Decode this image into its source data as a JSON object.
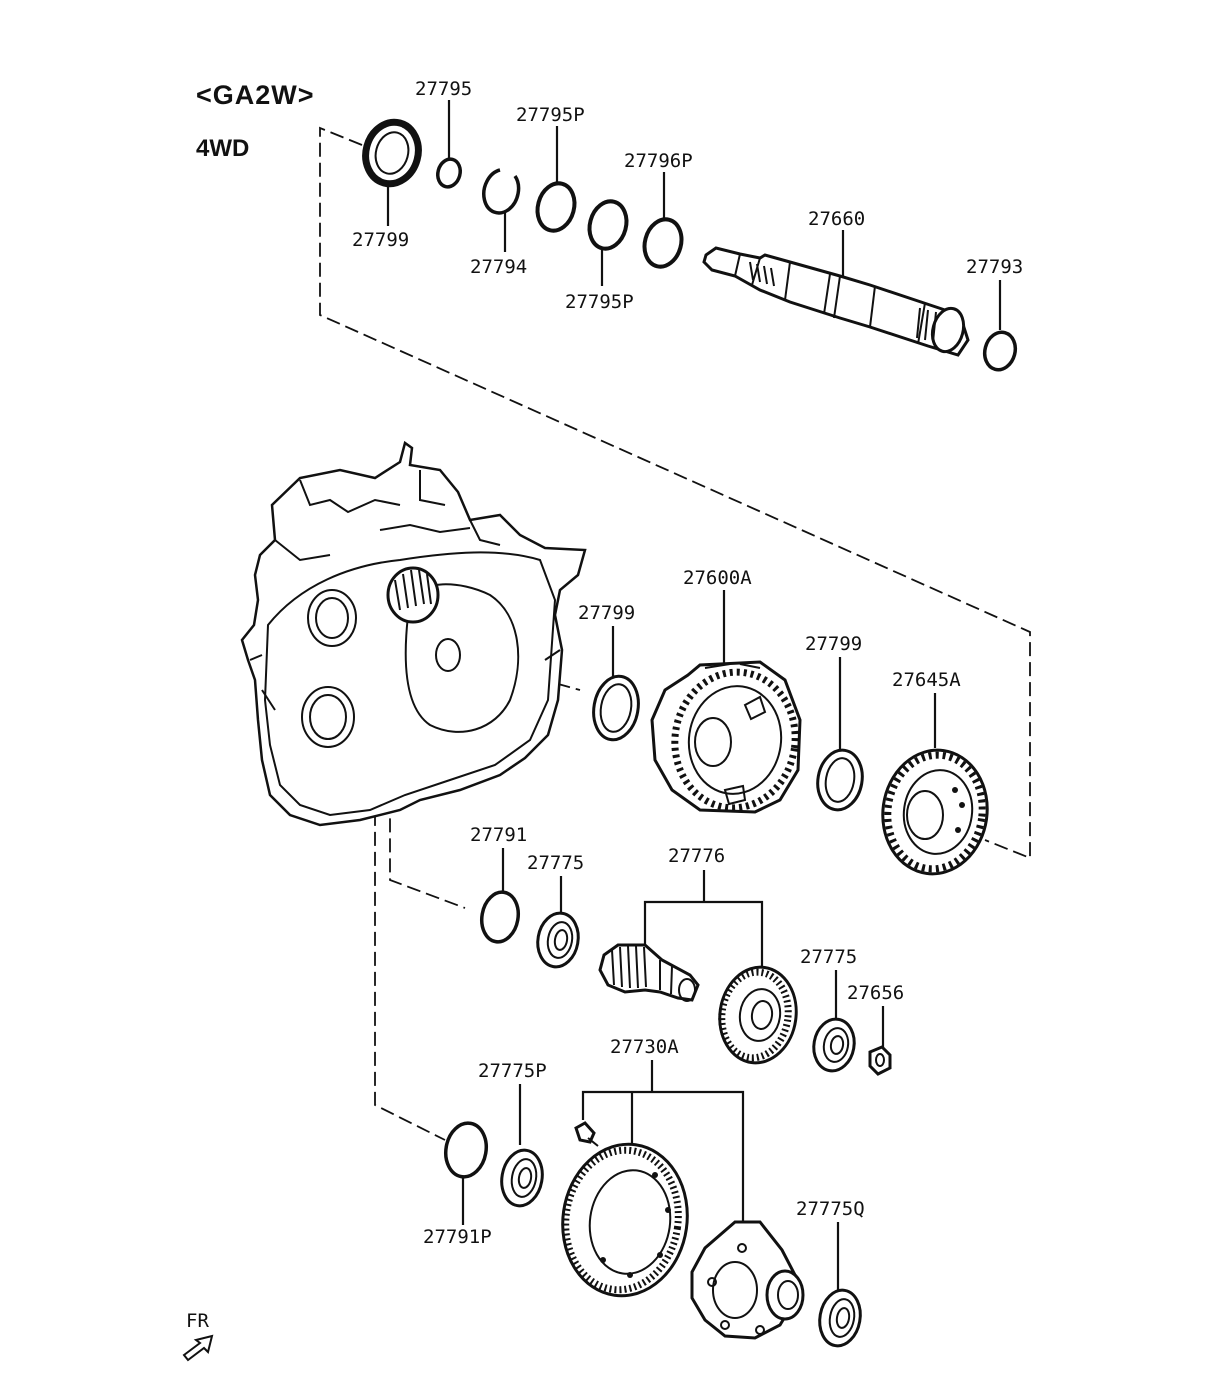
{
  "header": {
    "model": "<GA2W>",
    "drive": "4WD"
  },
  "direction_label": "FR",
  "parts": [
    {
      "id": "p1",
      "number": "27795"
    },
    {
      "id": "p2",
      "number": "27795P"
    },
    {
      "id": "p3",
      "number": "27796P"
    },
    {
      "id": "p4",
      "number": "27799"
    },
    {
      "id": "p5",
      "number": "27794"
    },
    {
      "id": "p6",
      "number": "27795P"
    },
    {
      "id": "p7",
      "number": "27660"
    },
    {
      "id": "p8",
      "number": "27793"
    },
    {
      "id": "p9",
      "number": "27600A"
    },
    {
      "id": "p10",
      "number": "27799"
    },
    {
      "id": "p11",
      "number": "27799"
    },
    {
      "id": "p12",
      "number": "27645A"
    },
    {
      "id": "p13",
      "number": "27791"
    },
    {
      "id": "p14",
      "number": "27775"
    },
    {
      "id": "p15",
      "number": "27776"
    },
    {
      "id": "p16",
      "number": "27775"
    },
    {
      "id": "p17",
      "number": "27656"
    },
    {
      "id": "p18",
      "number": "27730A"
    },
    {
      "id": "p19",
      "number": "27775P"
    },
    {
      "id": "p20",
      "number": "27775Q"
    },
    {
      "id": "p21",
      "number": "27791P"
    }
  ]
}
